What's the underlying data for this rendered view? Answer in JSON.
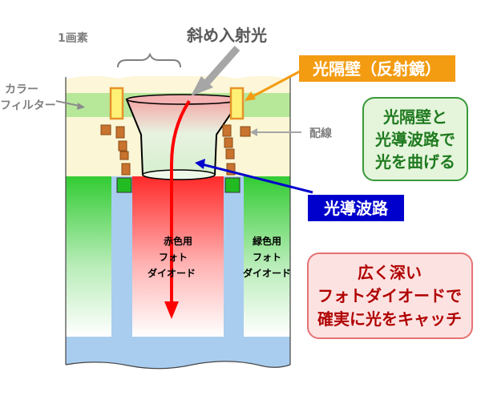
{
  "labels": {
    "one_pixel": "1画素",
    "oblique_light": "斜め入射光",
    "color_filter_line1": "カラー",
    "color_filter_line2": "フィルター",
    "wiring": "配線",
    "light_barrier": "光隔壁（反射鏡）",
    "light_guide": "光導波路",
    "red_pd_line1": "赤色用",
    "red_pd_line2": "フォト",
    "red_pd_line3": "ダイオード",
    "green_pd_line1": "緑色用",
    "green_pd_line2": "フォト",
    "green_pd_line3": "ダイオード"
  },
  "callouts": {
    "green_box": [
      "光隔壁と",
      "光導波路で",
      "光を曲げる"
    ],
    "pink_box": [
      "広く深い",
      "フォトダイオードで",
      "確実に光をキャッチ"
    ]
  },
  "colors": {
    "barrier_orange": "#f39c12",
    "guide_blue": "#0000cc",
    "arrow_red": "#ff0000",
    "green_box_border": "#3a9a3a",
    "green_box_text": "#1f7a1f",
    "pink_box_border": "#e57373",
    "pink_box_text": "#b00000"
  }
}
